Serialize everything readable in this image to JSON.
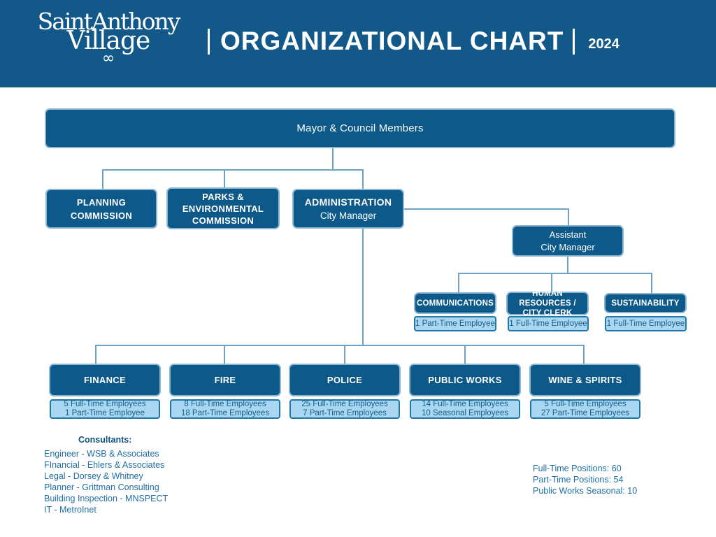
{
  "colors": {
    "header_bg": "#12598a",
    "box_fill": "#0d5989",
    "box_border_light": "#8cb7d3",
    "staff_fill": "#a9d7f1",
    "staff_border": "#1f77aa",
    "staff_text": "#175d87",
    "connector": "#6ba2c6",
    "accent_text": "#1f6fa4"
  },
  "header": {
    "logo_line1": "SaintAnthony",
    "logo_line2": "Village",
    "flourish": "∞",
    "title": "ORGANIZATIONAL CHART",
    "year": "2024"
  },
  "org": {
    "mayor": {
      "label": "Mayor & Council Members"
    },
    "planning": {
      "line1": "PLANNING",
      "line2": "COMMISSION"
    },
    "parks": {
      "line1": "PARKS &",
      "line2": "ENVIRONMENTAL",
      "line3": "COMMISSION"
    },
    "administration": {
      "line1": "ADMINISTRATION",
      "line2": "City Manager"
    },
    "assistant": {
      "line1": "Assistant",
      "line2": "City Manager"
    },
    "communications": {
      "title": "COMMUNICATIONS",
      "staff": "1 Part-Time Employee"
    },
    "human_resources": {
      "line1": "HUMAN RESOURCES /",
      "line2": "CITY CLERK",
      "staff": "1 Full-Time Employee"
    },
    "sustainability": {
      "title": "SUSTAINABILITY",
      "staff": "1 Full-Time Employee"
    },
    "finance": {
      "title": "FINANCE",
      "staff1": "5 Full-Time Employees",
      "staff2": "1 Part-Time Employee"
    },
    "fire": {
      "title": "FIRE",
      "staff1": "8 Full-Time Employees",
      "staff2": "18 Part-Time Employees"
    },
    "police": {
      "title": "POLICE",
      "staff1": "25 Full-Time Employees",
      "staff2": "7 Part-Time Employees"
    },
    "public_works": {
      "title": "PUBLIC WORKS",
      "staff1": "14 Full-Time Employees",
      "staff2": "10 Seasonal Employees"
    },
    "wine_spirits": {
      "title": "WINE & SPIRITS",
      "staff1": "5 Full-Time Employees",
      "staff2": "27 Part-Time Employees"
    }
  },
  "consultants": {
    "heading": "Consultants:",
    "items": [
      "Engineer - WSB & Associates",
      "FInancial - Ehlers & Associates",
      "Legal - Dorsey & Whitney",
      "Planner - Grittman Consulting",
      "Building Inspection - MNSPECT",
      "IT - MetroInet"
    ]
  },
  "totals": {
    "lines": [
      "Full-Time Positions: 60",
      "Part-Time Positions: 54",
      "Public Works Seasonal: 10"
    ]
  }
}
